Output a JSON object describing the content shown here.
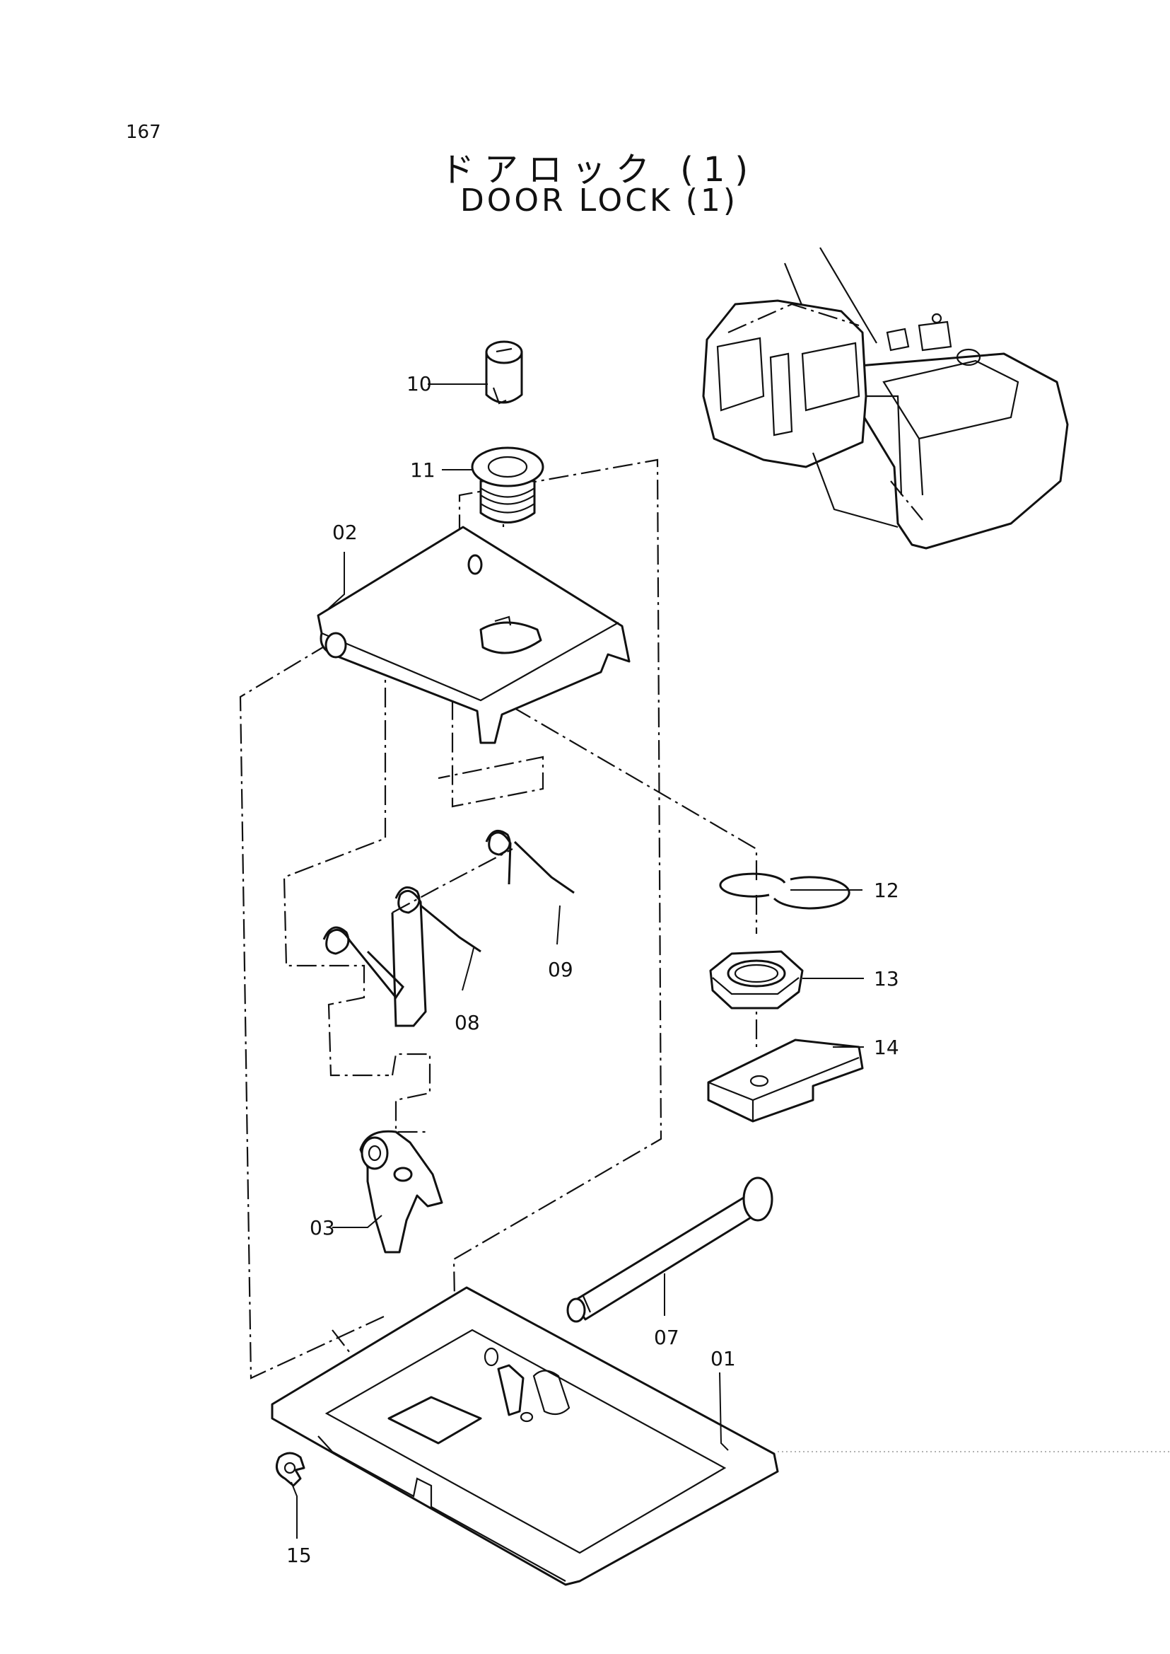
{
  "page": {
    "number": "167"
  },
  "title": {
    "jp": "ドアロック (1)",
    "en": "DOOR LOCK (1)"
  },
  "callouts": {
    "c01": "01",
    "c02": "02",
    "c03": "03",
    "c07": "07",
    "c08": "08",
    "c09": "09",
    "c10": "10",
    "c11": "11",
    "c12": "12",
    "c13": "13",
    "c14": "14",
    "c15": "15"
  }
}
